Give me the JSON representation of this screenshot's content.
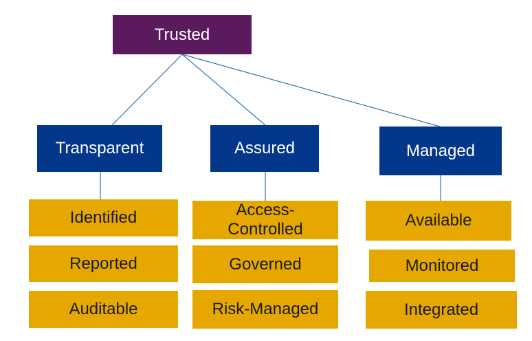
{
  "root": {
    "label": "Trusted"
  },
  "categories": [
    {
      "label": "Transparent",
      "items": [
        "Identified",
        "Reported",
        "Auditable"
      ]
    },
    {
      "label": "Assured",
      "items": [
        "Access-Controlled",
        "Governed",
        "Risk-Managed"
      ]
    },
    {
      "label": "Managed",
      "items": [
        "Available",
        "Monitored",
        "Integrated"
      ]
    }
  ],
  "colors": {
    "root": "#5b1a5e",
    "category": "#03378b",
    "item": "#e6a800",
    "connector": "#2e75b6"
  }
}
